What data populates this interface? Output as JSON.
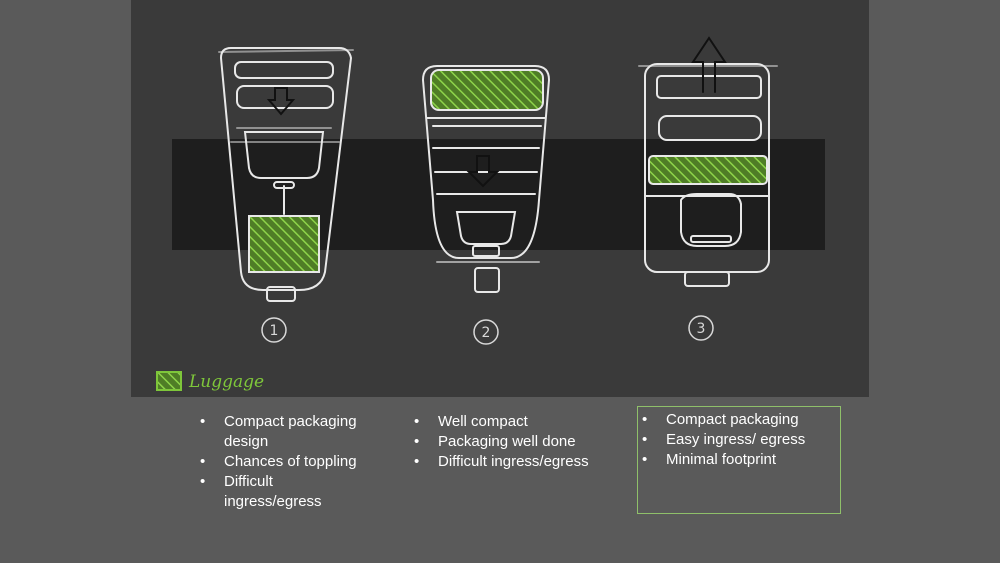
{
  "sketch": {
    "concept_numbers": [
      "1",
      "2",
      "3"
    ],
    "legend_label": "Luggage",
    "colors": {
      "canvas": "#3a3a3a",
      "band": "#1e1e1e",
      "sketch_line": "#e8e8e8",
      "luggage_fill": "#7ec63a"
    }
  },
  "concepts": [
    {
      "bullets": [
        "Compact packaging design",
        "Chances of toppling",
        "Difficult ingress/egress"
      ]
    },
    {
      "bullets": [
        "Well compact",
        "Packaging well done",
        "Difficult ingress/egress"
      ]
    },
    {
      "bullets": [
        "Compact packaging",
        "Easy ingress/ egress",
        "Minimal footprint"
      ],
      "highlighted": true
    }
  ]
}
